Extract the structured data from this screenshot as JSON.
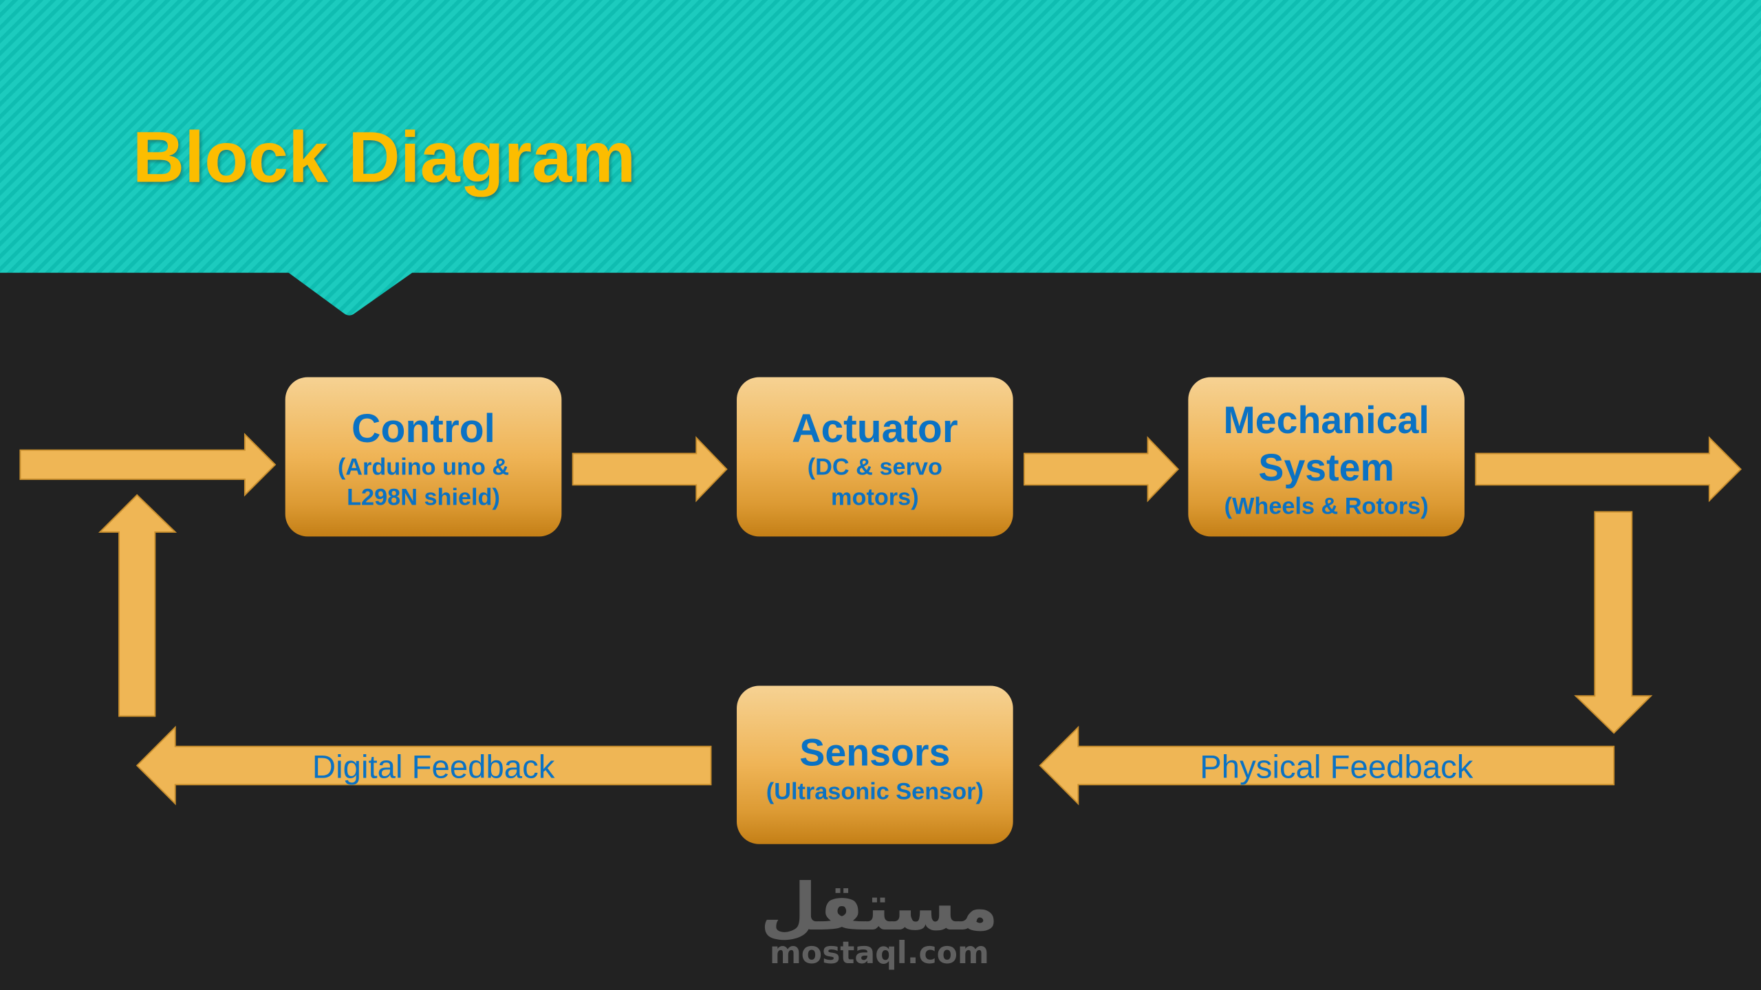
{
  "title": "Block Diagram",
  "blocks": {
    "control": {
      "name": "Control",
      "detail_1": "(Arduino uno &",
      "detail_2": "L298N shield)"
    },
    "actuator": {
      "name": "Actuator",
      "detail_1": "(DC & servo",
      "detail_2": "motors)"
    },
    "mechanical": {
      "name_1": "Mechanical",
      "name_2": "System",
      "detail": "(Wheels & Rotors)"
    },
    "sensors": {
      "name": "Sensors",
      "detail": "(Ultrasonic Sensor)"
    }
  },
  "feedback": {
    "physical": "Physical Feedback",
    "digital": "Digital Feedback"
  },
  "watermark": {
    "arabic": "مستقل",
    "domain": "mostaql.com"
  },
  "colors": {
    "header": "#1cc4b8",
    "background": "#222222",
    "title": "#fcbd00",
    "arrow": "#efb655",
    "text": "#0a72c4"
  }
}
